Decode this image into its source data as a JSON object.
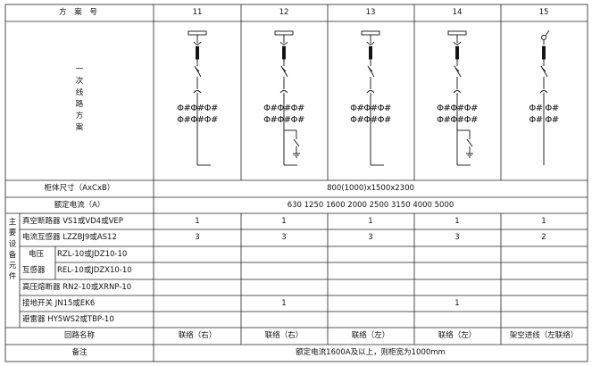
{
  "header": {
    "label": "方 案 号",
    "schemes": [
      "11",
      "12",
      "13",
      "14",
      "15"
    ]
  },
  "primary_circuit": {
    "label": "一次线路方案"
  },
  "rows": {
    "cabinet_size": {
      "label": "柜体尺寸（AxCxB）",
      "value": "800(1000)x1500x2300"
    },
    "rated_current": {
      "label": "额定电流（A）",
      "value": "630  1250  1600  2000  2500  3150  4000  5000"
    }
  },
  "main_equipment": {
    "group_label": "主要设备元件",
    "items": [
      {
        "label": "真空断路器 VS1或VD4或VEP",
        "values": [
          "1",
          "1",
          "1",
          "1",
          "1"
        ]
      },
      {
        "label": "电流互感器 LZZBJ9或AS12",
        "values": [
          "3",
          "3",
          "3",
          "3",
          "2"
        ]
      },
      {
        "label_left": "电压",
        "label_right": "RZL-10或JDZ10-10",
        "values": [
          "",
          "",
          "",
          "",
          ""
        ]
      },
      {
        "label_left": "互感器",
        "label_right": "REL-10或JDZX10-10",
        "values": [
          "",
          "",
          "",
          "",
          ""
        ]
      },
      {
        "label": "高压熔断器 RN2-10或XRNP-10",
        "values": [
          "",
          "",
          "",
          "",
          ""
        ]
      },
      {
        "label": "接地开关 JN15或EK6",
        "values": [
          "",
          "1",
          "",
          "1",
          ""
        ]
      },
      {
        "label": "避雷器 HY5WS2或TBP-10",
        "values": [
          "",
          "",
          "",
          "",
          ""
        ]
      }
    ]
  },
  "circuit_name": {
    "label": "回路名称",
    "values": [
      "联络（右）",
      "联络（右）",
      "联络（左）",
      "联络（左）",
      "架空进线（左联络）"
    ]
  },
  "remarks": {
    "label": "备注",
    "value": "额定电流1600A及以上，则柜宽为1000mm"
  },
  "diagram_symbols": {
    "ct_pair": "Φ#Φ#Φ#"
  }
}
